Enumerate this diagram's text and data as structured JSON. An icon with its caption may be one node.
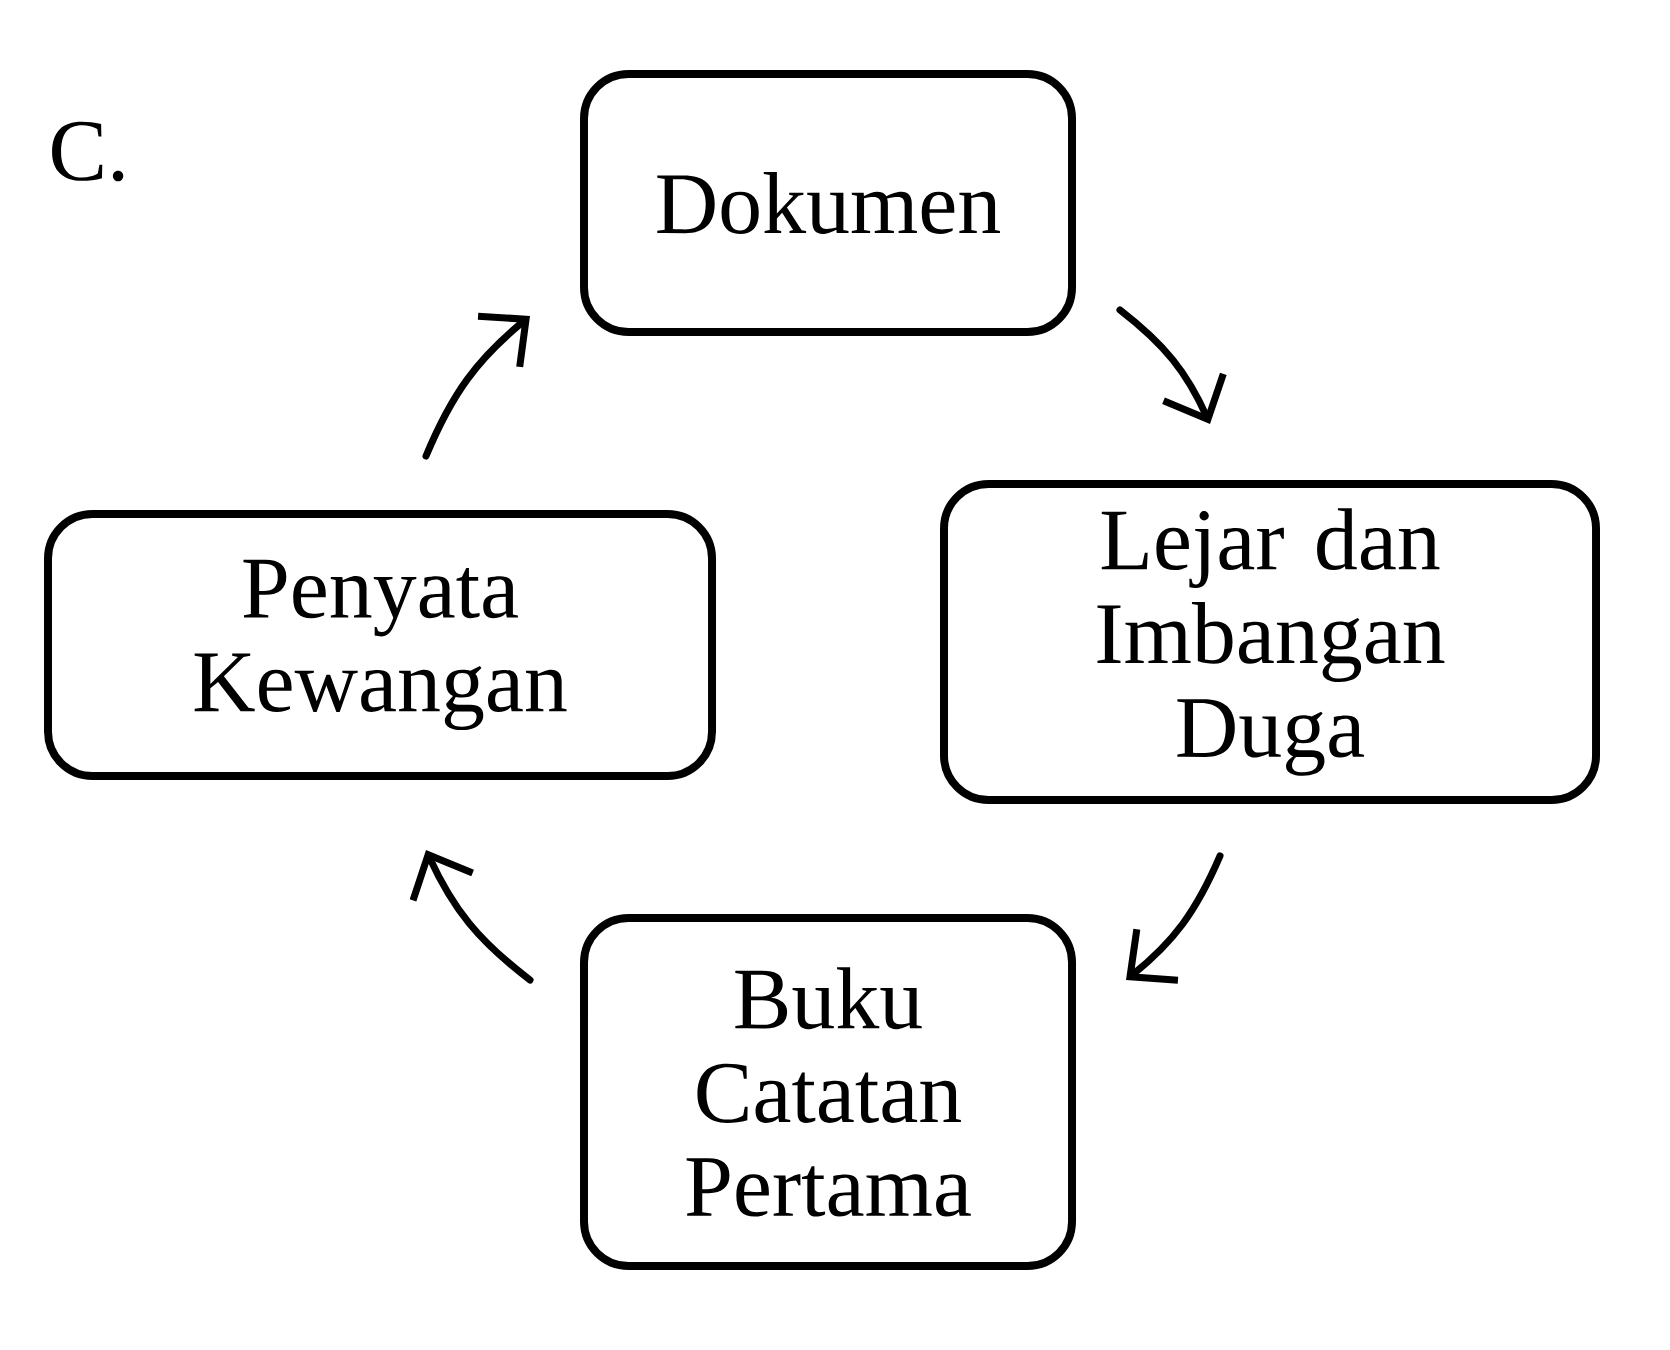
{
  "diagram": {
    "nodes": [
      {
        "text": [
          "Dokumen"
        ]
      },
      {
        "text": [
          "Lejar dan Imbangan Duga"
        ]
      },
      {
        "text": [
          "Buku Catatan Pertama"
        ]
      },
      {
        "text": [
          "Penyata Kewangan"
        ]
      }
    ],
    "edges": [
      {
        "from": 0,
        "to": 1,
        "arrow": "to"
      },
      {
        "from": 1,
        "to": 2,
        "arrow": "to"
      },
      {
        "from": 2,
        "to": 3,
        "arrow": "to"
      },
      {
        "from": 3,
        "to": 0,
        "arrow": "to"
      }
    ],
    "labels": [
      "C."
    ]
  }
}
